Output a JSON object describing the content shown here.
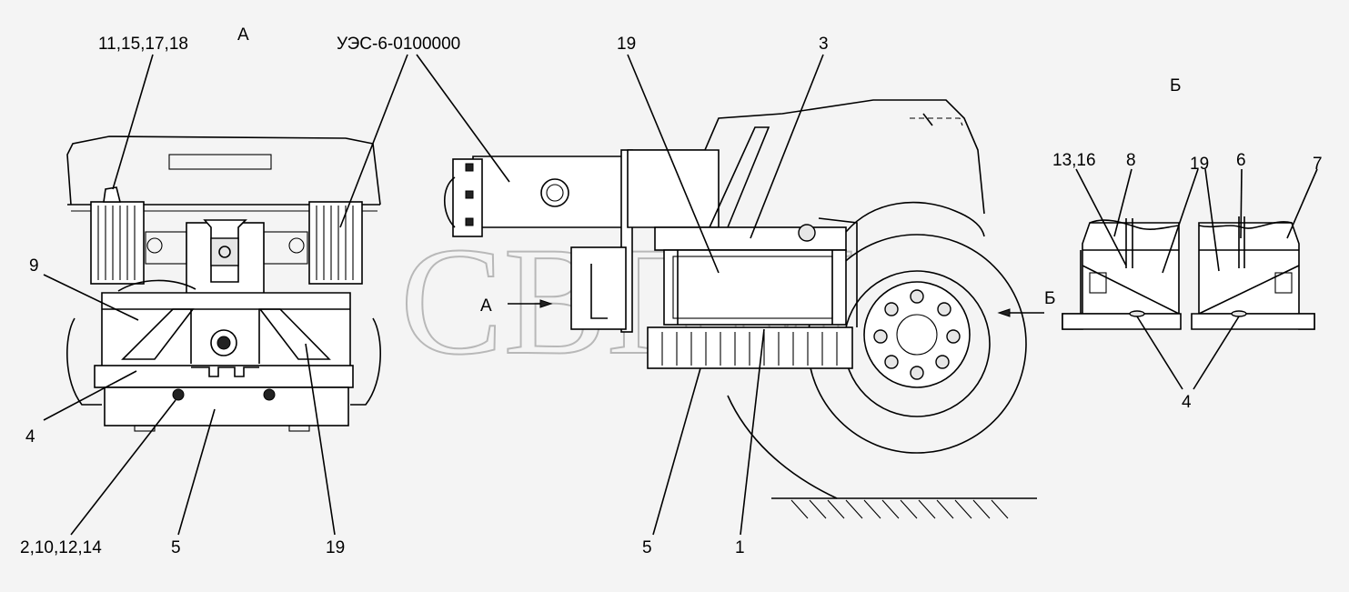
{
  "watermark": "СВПМ",
  "views": {
    "a_title": "А",
    "b_title": "Б",
    "arrow_a": "А",
    "arrow_b": "Б"
  },
  "callouts": {
    "left_top": "11,15,17,18",
    "assembly": "УЭС-6-0100000",
    "left_9": "9",
    "left_4": "4",
    "left_bottom": "2,10,12,14",
    "left_5": "5",
    "left_19": "19",
    "mid_19": "19",
    "mid_3": "3",
    "mid_5": "5",
    "mid_1": "1",
    "right_13_16": "13,16",
    "right_8": "8",
    "right_19": "19",
    "right_6": "6",
    "right_7": "7",
    "right_4": "4"
  }
}
